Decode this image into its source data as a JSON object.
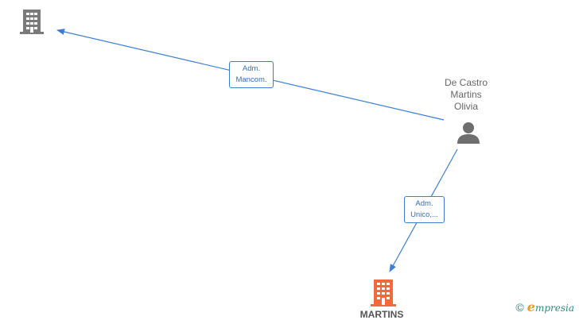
{
  "nodes": {
    "company_top": {
      "label": "",
      "icon": "building-icon",
      "color": "#7a7a7a"
    },
    "person": {
      "name_lines": [
        "De Castro",
        "Martins",
        "Olivia"
      ],
      "icon": "person-icon",
      "color": "#6e6e6e"
    },
    "company_main": {
      "label": "MARTINS",
      "icon": "building-icon",
      "color": "#f26a3b"
    }
  },
  "edges": [
    {
      "from": "person",
      "to": "company_top",
      "label_lines": [
        "Adm.",
        "Mancom."
      ]
    },
    {
      "from": "person",
      "to": "company_main",
      "label_lines": [
        "Adm.",
        "Unico,..."
      ]
    }
  ],
  "brand": {
    "copyright": "©",
    "logo_first": "e",
    "logo_rest": "mpresia"
  },
  "colors": {
    "edge": "#3b7fd4"
  }
}
